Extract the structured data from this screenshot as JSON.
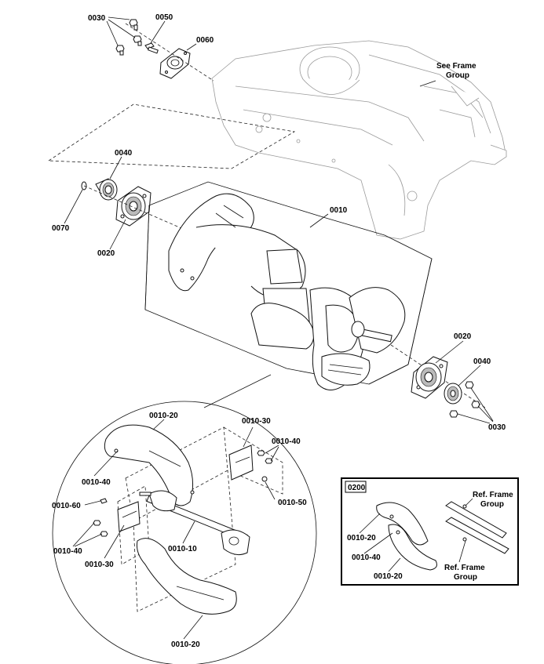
{
  "labels": {
    "l0030_top": "0030",
    "l0050": "0050",
    "l0060": "0060",
    "see_frame_1": "See Frame",
    "see_frame_2": "Group",
    "l0040_left": "0040",
    "l0070": "0070",
    "l0020_left": "0020",
    "l0010": "0010",
    "l0020_right": "0020",
    "l0040_right": "0040",
    "l0030_right": "0030",
    "d_0010_20_top": "0010-20",
    "d_0010_30_top": "0010-30",
    "d_0010_40_right": "0010-40",
    "d_0010_40_left": "0010-40",
    "d_0010_60": "0010-60",
    "d_0010_50": "0010-50",
    "d_0010_40_bl": "0010-40",
    "d_0010_10": "0010-10",
    "d_0010_30_bl": "0010-30",
    "d_0010_20_bottom": "0010-20",
    "box_title": "0200",
    "box_ref_1a": "Ref. Frame",
    "box_ref_1b": "Group",
    "box_0010_20_a": "0010-20",
    "box_0010_40": "0010-40",
    "box_0010_20_b": "0010-20",
    "box_ref_2a": "Ref. Frame",
    "box_ref_2b": "Group"
  }
}
